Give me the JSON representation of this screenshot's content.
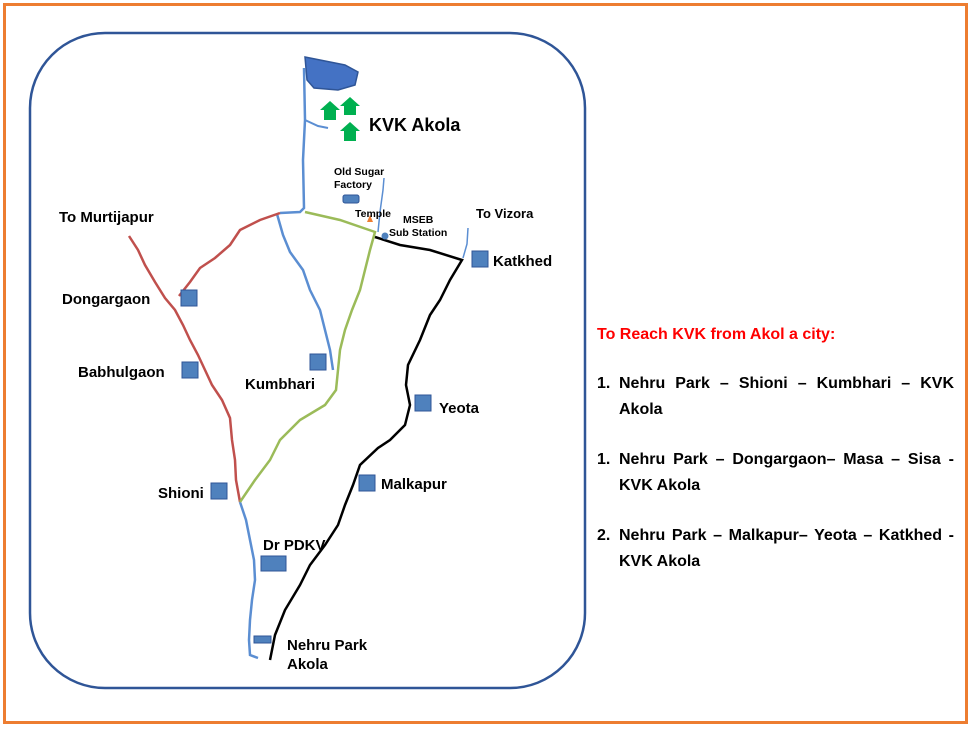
{
  "map": {
    "labels": {
      "kvk": "KVK Akola",
      "old_sugar_factory": "Old Sugar\nFactory",
      "temple": "Temple",
      "mseb": "MSEB\nSub Station",
      "to_vizora": "To Vizora",
      "to_murtijapur": "To Murtijapur",
      "katkhed": "Katkhed",
      "dongargaon": "Dongargaon",
      "babhulgaon": "Babhulgaon",
      "kumbhari": "Kumbhari",
      "yeota": "Yeota",
      "shioni": "Shioni",
      "malkapur": "Malkapur",
      "dr_pdkv": "Dr PDKV",
      "nehru_park": "Nehru Park\nAkola"
    },
    "colors": {
      "border": "#ed7d31",
      "map_outline": "#2f5597",
      "blue_road": "#5b8ed2",
      "red_road": "#c0504d",
      "green_road": "#9bbb59",
      "black_road": "#000000",
      "marker_fill": "#4f81bd",
      "kvk_icon": "#00b050",
      "temple_icon": "#ed7d31"
    }
  },
  "info": {
    "title": "To Reach KVK from Akol a city:",
    "routes": [
      {
        "num": "1.",
        "text": "Nehru Park – Shioni – Kumbhari – KVK Akola"
      },
      {
        "num": "1.",
        "text": "Nehru Park – Dongargaon– Masa – Sisa - KVK Akola"
      },
      {
        "num": "2.",
        "text": "Nehru Park – Malkapur– Yeota – Katkhed - KVK Akola"
      }
    ]
  }
}
